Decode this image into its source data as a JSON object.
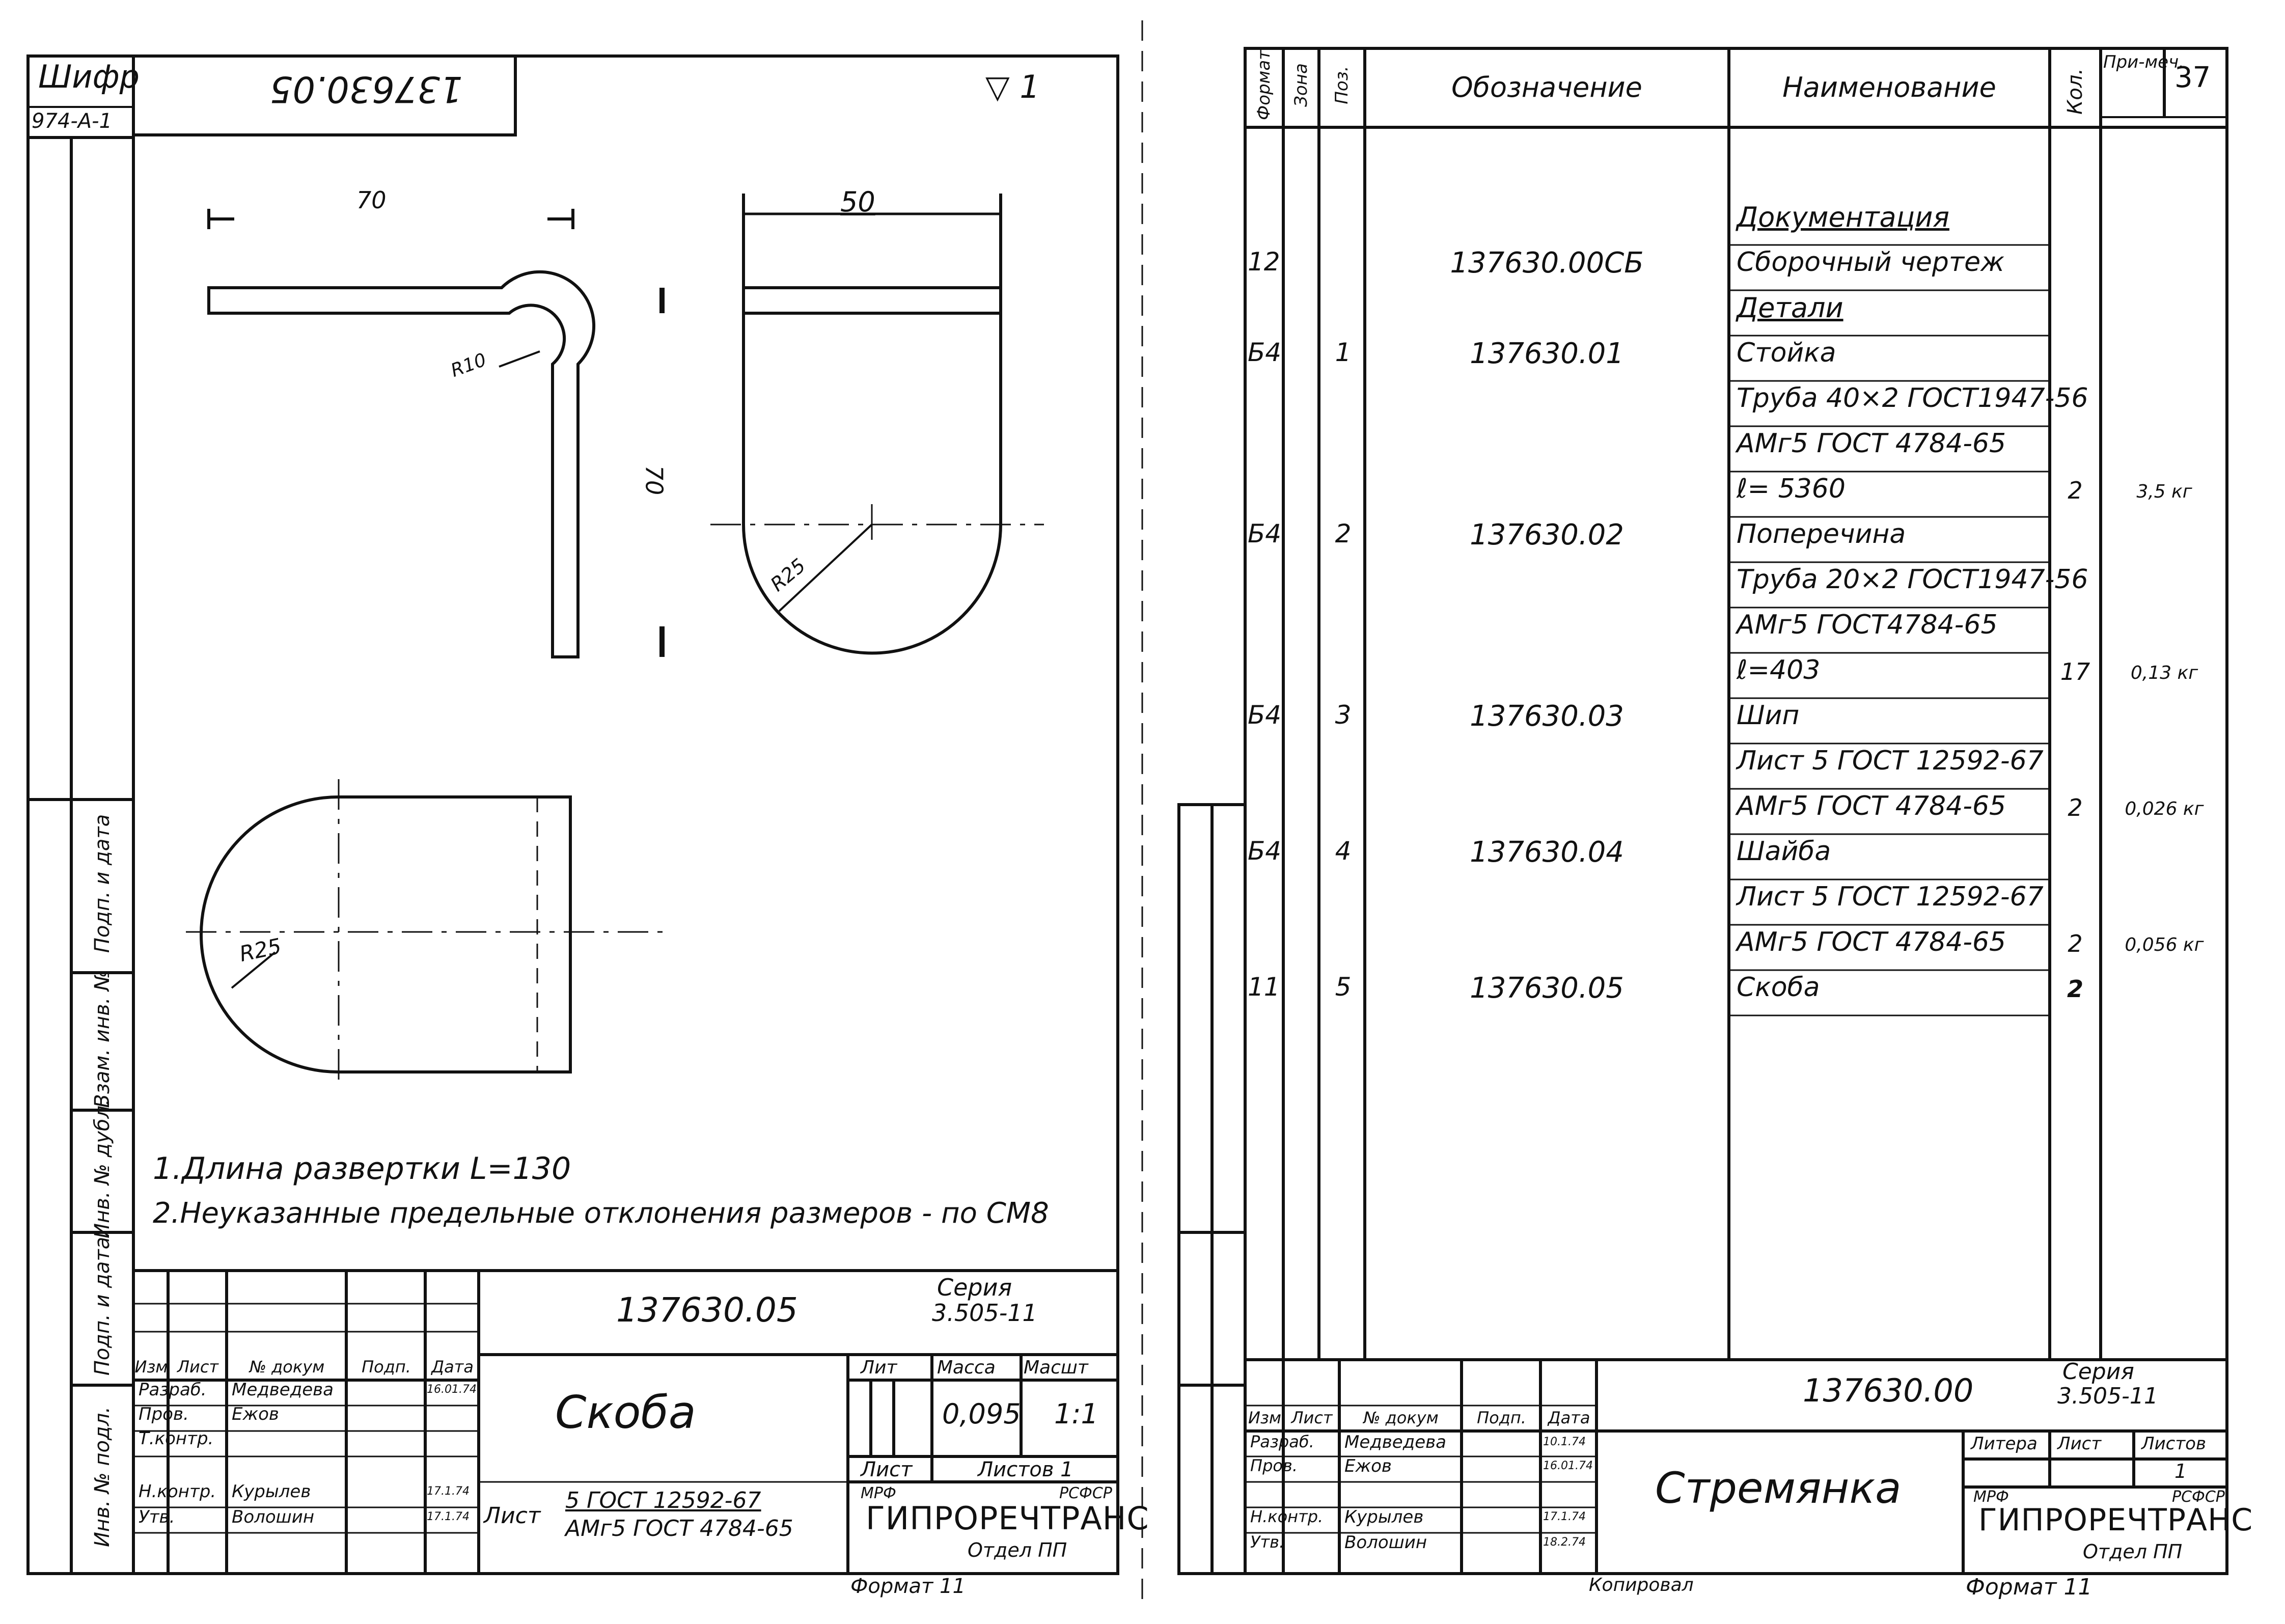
{
  "left_sheet": {
    "cipher_label": "Шифр",
    "cipher_value": "974-А-1",
    "top_number": "137630.05",
    "roughness": "▽ 1",
    "dims": {
      "top_width": "70",
      "radius_bend": "R10",
      "side_width": "50",
      "height": "70",
      "radius_side": "R25",
      "radius_bottom": "R25"
    },
    "notes": [
      "1.Длина развертки L=130",
      "2.Неуказанные предельные отклонения размеров - по СМ8"
    ],
    "side_labels": [
      "Подп. и дата",
      "Взам. инв. №",
      "Инв. № дубл.",
      "Подп. и дата",
      "Инв. № подл."
    ],
    "title_block": {
      "doc_number": "137630.05",
      "series_label": "Серия",
      "series_value": "3.505-11",
      "title": "Скоба",
      "col_headers": [
        "Изм",
        "Лист",
        "№ докум",
        "Подп.",
        "Дата"
      ],
      "roles": [
        "Разраб.",
        "Пров.",
        "Т.контр.",
        "",
        "Н.контр.",
        "Утв."
      ],
      "names": [
        "Медведева",
        "Ежов",
        "",
        "",
        "Курылев",
        "Волошин"
      ],
      "dates": [
        "16.01.74",
        "",
        "",
        "",
        "17.1.74",
        "17.1.74"
      ],
      "material_label": "Лист",
      "material_line1": "5 ГОСТ 12592-67",
      "material_line2": "АМг5 ГОСТ 4784-65",
      "lit_label": "Лит",
      "mass_label": "Масса",
      "scale_label": "Масшт",
      "mass_value": "0,095",
      "scale_value": "1:1",
      "sheet_label": "Лист",
      "sheets_label": "Листов 1",
      "org_left": "МРФ",
      "org_right": "РСФСР",
      "org_name": "ГИПРОРЕЧТРАНС",
      "org_dept": "Отдел ПП",
      "format_label": "Формат 11"
    }
  },
  "right_sheet": {
    "page_number": "37",
    "headers": [
      "Формат",
      "Зона",
      "Поз.",
      "Обозначение",
      "Наименование",
      "Кол.",
      "При-меч."
    ],
    "rows": [
      {
        "fmt": "",
        "pos": "",
        "des": "",
        "name": "Документация",
        "qty": "",
        "note": ""
      },
      {
        "fmt": "12",
        "pos": "",
        "des": "137630.00СБ",
        "name": "Сборочный чертеж",
        "qty": "",
        "note": ""
      },
      {
        "fmt": "",
        "pos": "",
        "des": "",
        "name": "Детали",
        "qty": "",
        "note": ""
      },
      {
        "fmt": "Б4",
        "pos": "1",
        "des": "137630.01",
        "name": "Стойка",
        "qty": "",
        "note": ""
      },
      {
        "fmt": "",
        "pos": "",
        "des": "",
        "name": "Труба 40×2 ГОСТ1947-56",
        "qty": "",
        "note": ""
      },
      {
        "fmt": "",
        "pos": "",
        "des": "",
        "name": "АМг5 ГОСТ 4784-65",
        "qty": "",
        "note": ""
      },
      {
        "fmt": "",
        "pos": "",
        "des": "",
        "name": "ℓ= 5360",
        "qty": "2",
        "note": "3,5 кг"
      },
      {
        "fmt": "Б4",
        "pos": "2",
        "des": "137630.02",
        "name": "Поперечина",
        "qty": "",
        "note": ""
      },
      {
        "fmt": "",
        "pos": "",
        "des": "",
        "name": "Труба 20×2 ГОСТ1947-56",
        "qty": "",
        "note": ""
      },
      {
        "fmt": "",
        "pos": "",
        "des": "",
        "name": "АМг5 ГОСТ4784-65",
        "qty": "",
        "note": ""
      },
      {
        "fmt": "",
        "pos": "",
        "des": "",
        "name": "ℓ=403",
        "qty": "17",
        "note": "0,13 кг"
      },
      {
        "fmt": "Б4",
        "pos": "3",
        "des": "137630.03",
        "name": "Шип",
        "qty": "",
        "note": ""
      },
      {
        "fmt": "",
        "pos": "",
        "des": "",
        "name": "Лист 5 ГОСТ 12592-67",
        "qty": "",
        "note": ""
      },
      {
        "fmt": "",
        "pos": "",
        "des": "",
        "name": "АМг5 ГОСТ 4784-65",
        "qty": "2",
        "note": "0,026 кг"
      },
      {
        "fmt": "Б4",
        "pos": "4",
        "des": "137630.04",
        "name": "Шайба",
        "qty": "",
        "note": ""
      },
      {
        "fmt": "",
        "pos": "",
        "des": "",
        "name": "Лист 5 ГОСТ 12592-67",
        "qty": "",
        "note": ""
      },
      {
        "fmt": "",
        "pos": "",
        "des": "",
        "name": "АМг5 ГОСТ 4784-65",
        "qty": "2",
        "note": "0,056 кг"
      },
      {
        "fmt": "11",
        "pos": "5",
        "des": "137630.05",
        "name": "Скоба",
        "qty": "2",
        "note": ""
      }
    ],
    "title_block": {
      "doc_number": "137630.00",
      "series_label": "Серия",
      "series_value": "3.505-11",
      "title": "Стремянка",
      "col_headers": [
        "Изм",
        "Лист",
        "№ докум",
        "Подп.",
        "Дата"
      ],
      "roles": [
        "Разраб.",
        "Пров.",
        "",
        "Н.контр.",
        "Утв."
      ],
      "names": [
        "Медведева",
        "Ежов",
        "",
        "Курылев",
        "Волошин"
      ],
      "dates": [
        "10.1.74",
        "16.01.74",
        "",
        "17.1.74",
        "18.2.74"
      ],
      "lit_label": "Литера",
      "sheet_label": "Лист",
      "sheets_label": "Листов",
      "sheets_value": "1",
      "org_left": "МРФ",
      "org_right": "РСФСР",
      "org_name": "ГИПРОРЕЧТРАНС",
      "org_dept": "Отдел ПП",
      "copied_label": "Копировал",
      "format_label": "Формат 11"
    }
  }
}
